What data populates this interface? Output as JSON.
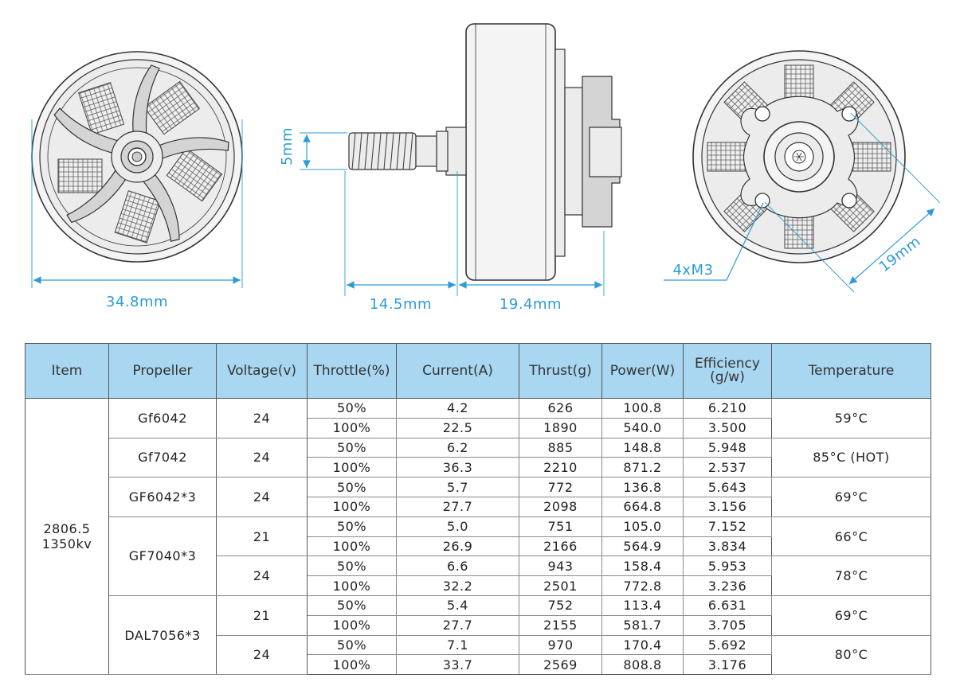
{
  "dimensions": {
    "diameter": "34.8mm",
    "shaft_length": "14.5mm",
    "body_length": "19.4mm",
    "shaft_diameter": "5mm",
    "mount_screws": "4xM3",
    "mount_spacing": "19mm"
  },
  "table": {
    "headers": [
      "Item",
      "Propeller",
      "Voltage(v)",
      "Throttle(%)",
      "Current(A)",
      "Thrust(g)",
      "Power(W)",
      "Efficiency (g/w)",
      "Temperature"
    ],
    "efficiency_line1": "Efficiency",
    "efficiency_line2": "(g/w)",
    "item_line1": "2806.5",
    "item_line2": "1350kv",
    "propellers": [
      "Gf6042",
      "Gf7042",
      "GF6042*3",
      "GF7040*3",
      "DAL7056*3"
    ],
    "groups": [
      {
        "voltage": "24",
        "temperature": "59°C",
        "rows": [
          {
            "throttle": "50%",
            "current": "4.2",
            "thrust": "626",
            "power": "100.8",
            "efficiency": "6.210"
          },
          {
            "throttle": "100%",
            "current": "22.5",
            "thrust": "1890",
            "power": "540.0",
            "efficiency": "3.500"
          }
        ]
      },
      {
        "voltage": "24",
        "temperature": "85°C (HOT)",
        "rows": [
          {
            "throttle": "50%",
            "current": "6.2",
            "thrust": "885",
            "power": "148.8",
            "efficiency": "5.948"
          },
          {
            "throttle": "100%",
            "current": "36.3",
            "thrust": "2210",
            "power": "871.2",
            "efficiency": "2.537"
          }
        ]
      },
      {
        "voltage": "24",
        "temperature": "69°C",
        "rows": [
          {
            "throttle": "50%",
            "current": "5.7",
            "thrust": "772",
            "power": "136.8",
            "efficiency": "5.643"
          },
          {
            "throttle": "100%",
            "current": "27.7",
            "thrust": "2098",
            "power": "664.8",
            "efficiency": "3.156"
          }
        ]
      },
      {
        "voltage": "21",
        "temperature": "66°C",
        "rows": [
          {
            "throttle": "50%",
            "current": "5.0",
            "thrust": "751",
            "power": "105.0",
            "efficiency": "7.152"
          },
          {
            "throttle": "100%",
            "current": "26.9",
            "thrust": "2166",
            "power": "564.9",
            "efficiency": "3.834"
          }
        ]
      },
      {
        "voltage": "24",
        "temperature": "78°C",
        "rows": [
          {
            "throttle": "50%",
            "current": "6.6",
            "thrust": "943",
            "power": "158.4",
            "efficiency": "5.953"
          },
          {
            "throttle": "100%",
            "current": "32.2",
            "thrust": "2501",
            "power": "772.8",
            "efficiency": "3.236"
          }
        ]
      },
      {
        "voltage": "21",
        "temperature": "69°C",
        "rows": [
          {
            "throttle": "50%",
            "current": "5.4",
            "thrust": "752",
            "power": "113.4",
            "efficiency": "6.631"
          },
          {
            "throttle": "100%",
            "current": "27.7",
            "thrust": "2155",
            "power": "581.7",
            "efficiency": "3.705"
          }
        ]
      },
      {
        "voltage": "24",
        "temperature": "80°C",
        "rows": [
          {
            "throttle": "50%",
            "current": "7.1",
            "thrust": "970",
            "power": "170.4",
            "efficiency": "5.692"
          },
          {
            "throttle": "100%",
            "current": "33.7",
            "thrust": "2569",
            "power": "808.8",
            "efficiency": "3.176"
          }
        ]
      }
    ]
  },
  "colors": {
    "dimension": "#2e9bd6",
    "header_bg": "#a9d7f1",
    "outline": "#333333"
  }
}
